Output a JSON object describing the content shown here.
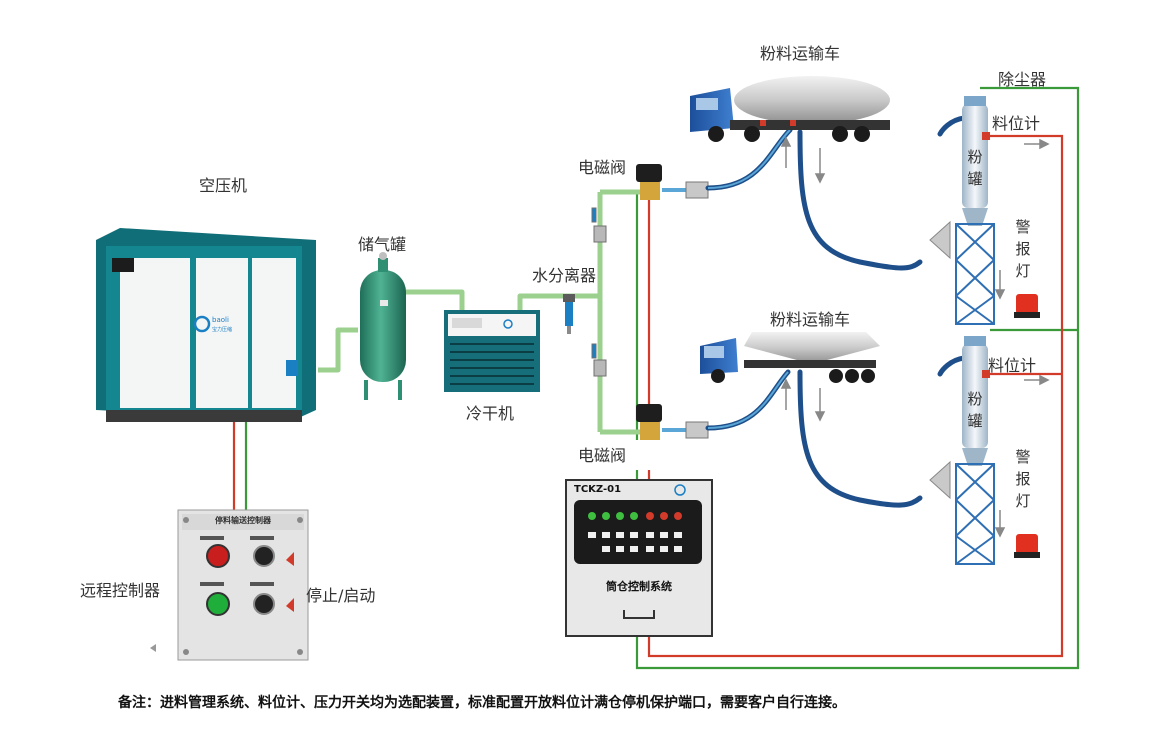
{
  "labels": {
    "air_compressor": "空压机",
    "air_tank": "储气罐",
    "water_separator": "水分离器",
    "dryer": "冷干机",
    "solenoid_top": "电磁阀",
    "solenoid_bottom": "电磁阀",
    "truck_top": "粉料运输车",
    "truck_bottom": "粉料运输车",
    "dust_collector": "除尘器",
    "level_meter_top": "料位计",
    "level_meter_bottom": "料位计",
    "silo_top": "粉罐",
    "silo_bottom": "粉罐",
    "alarm_top": "警报灯",
    "alarm_bottom": "警报灯",
    "remote_controller": "远程控制器",
    "stop_start": "停止/启动",
    "remote_panel_title": "停料输送控制器",
    "control_box_model": "TCKZ-01",
    "control_box_name": "筒仓控制系统",
    "note": "备注：进料管理系统、料位计、压力开关均为选配装置，标准配置开放料位计满仓停机保护端口，需要客户自行连接。"
  },
  "colors": {
    "green_line": "#3a9a3a",
    "red_line": "#d23a2a",
    "pipe": "#9bd08f",
    "hose": "#1f4f8a",
    "compressor": "#14868f",
    "tank": "#2f8f73"
  }
}
